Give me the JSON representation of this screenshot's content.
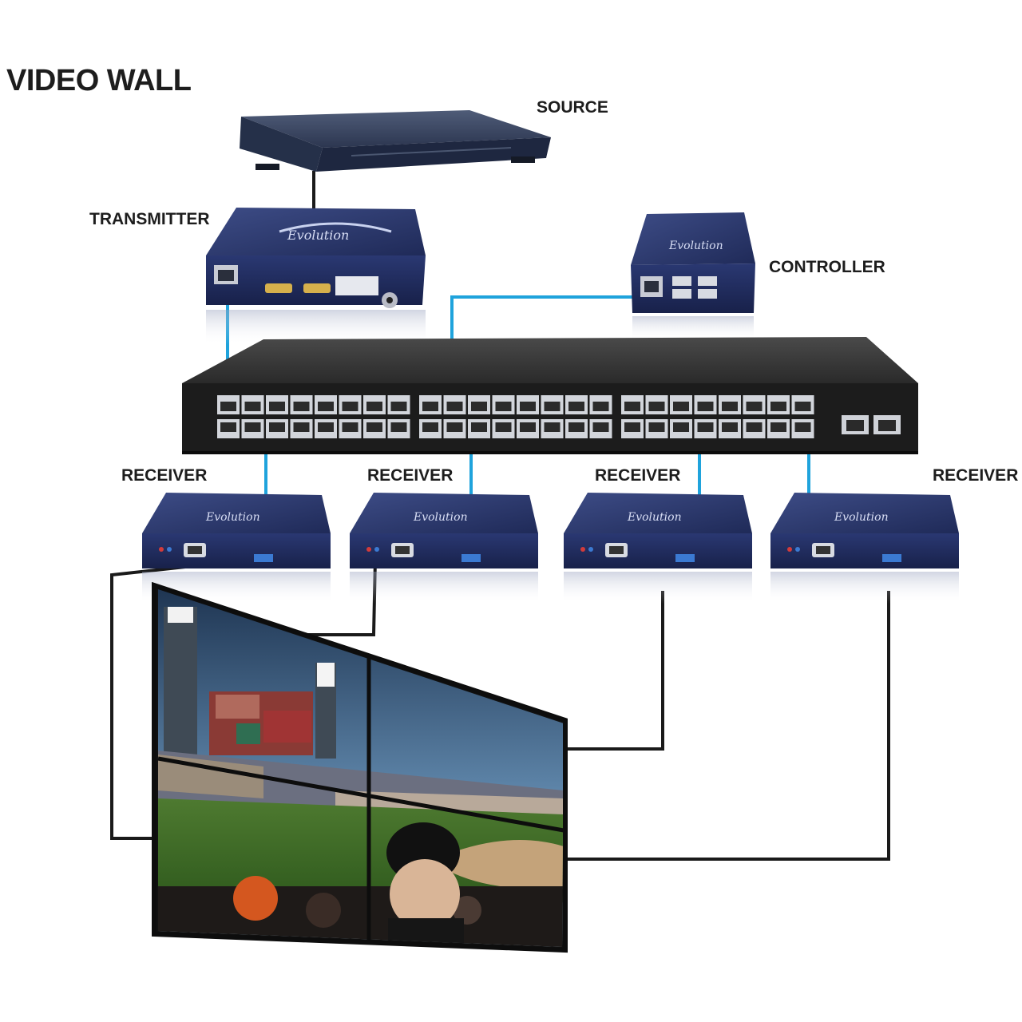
{
  "title": "VIDEO WALL",
  "labels": {
    "source": "SOURCE",
    "transmitter": "TRANSMITTER",
    "controller": "CONTROLLER",
    "receivers": [
      "RECEIVER",
      "RECEIVER",
      "RECEIVER",
      "RECEIVER"
    ]
  },
  "colors": {
    "network_cable": "#1fa3dc",
    "video_cable": "#1a1a1a",
    "device_body": "#26346a",
    "switch_body": "#222222"
  },
  "icons": [
    "source-player-icon",
    "transmitter-icon",
    "controller-icon",
    "switch-icon",
    "receiver-icon",
    "video-wall-icon"
  ]
}
